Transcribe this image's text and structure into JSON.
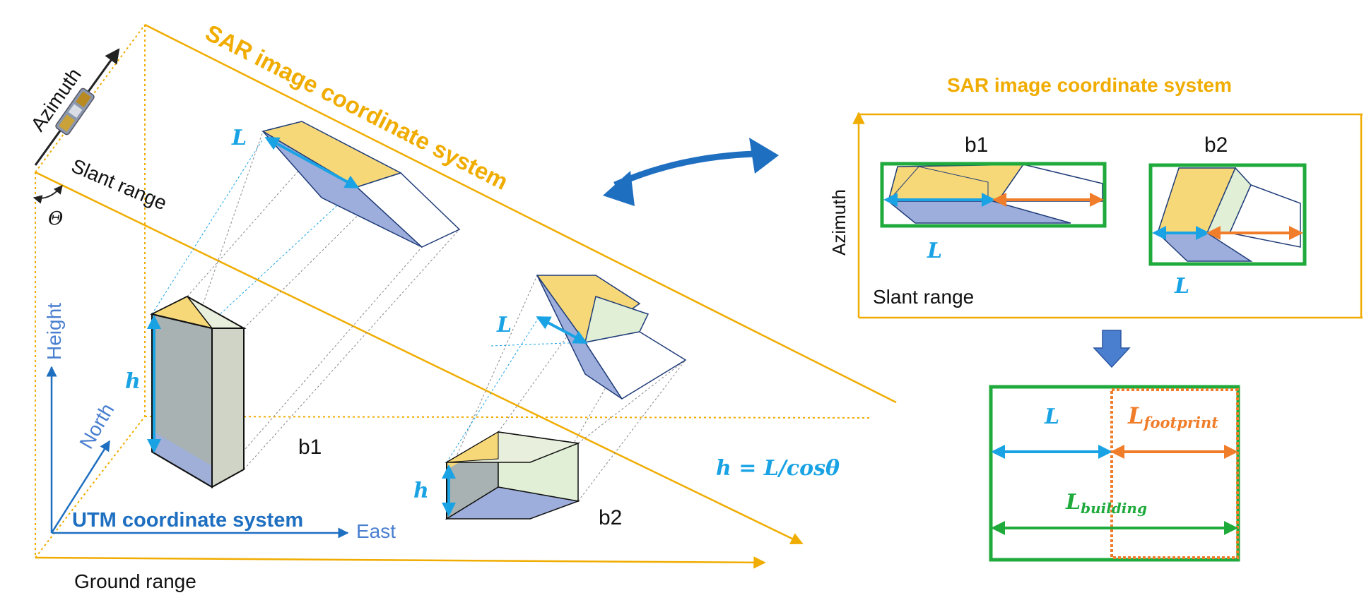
{
  "left": {
    "azimuth": "Azimuth",
    "slant_range": "Slant range",
    "theta": "Θ",
    "sar_title": "SAR image coordinate system",
    "height": "Height",
    "north": "North",
    "east": "East",
    "utm": "UTM coordinate system",
    "ground_range": "Ground range",
    "b1": "b1",
    "b2": "b2",
    "L": "L",
    "h": "h",
    "formula": "h = L/cosθ"
  },
  "right": {
    "title": "SAR image coordinate system",
    "b1": "b1",
    "b2": "b2",
    "azimuth": "Azimuth",
    "slant_range": "Slant range",
    "L": "L",
    "L2": "L",
    "bottom_L": "L",
    "footprint_base": "L",
    "footprint_sub": "footprint",
    "building_base": "L",
    "building_sub": "building"
  },
  "colors": {
    "orange": "#f0ac00",
    "blue": "#1aa3e4",
    "green": "#1faa3c",
    "dark_orange": "#ef7d2a",
    "utm_blue": "#1f6fc1",
    "axis_blue": "#4a7fd0",
    "roof": "#f7d878",
    "wall": "#9daedc",
    "green_fill": "#e0efd6"
  }
}
